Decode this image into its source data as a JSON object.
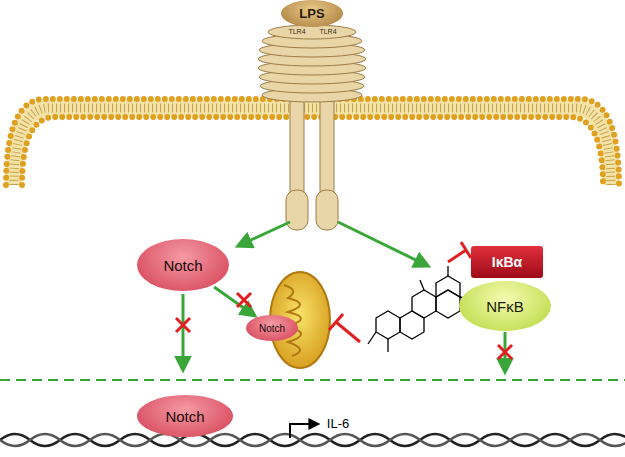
{
  "diagram": {
    "nodes": [
      {
        "text": [
          "LPS"
        ]
      },
      {
        "text": [
          "Notch"
        ]
      },
      {
        "text": [
          "IκBα"
        ]
      },
      {
        "text": [
          "NFκB"
        ]
      },
      {
        "text": [
          "Notch"
        ]
      },
      {
        "text": [
          "Notch"
        ]
      }
    ],
    "edges": [
      {
        "from": 1,
        "to": 4,
        "arrow": "to"
      }
    ],
    "labels": [
      "TLR4",
      "TLR4",
      "IL-6"
    ]
  }
}
